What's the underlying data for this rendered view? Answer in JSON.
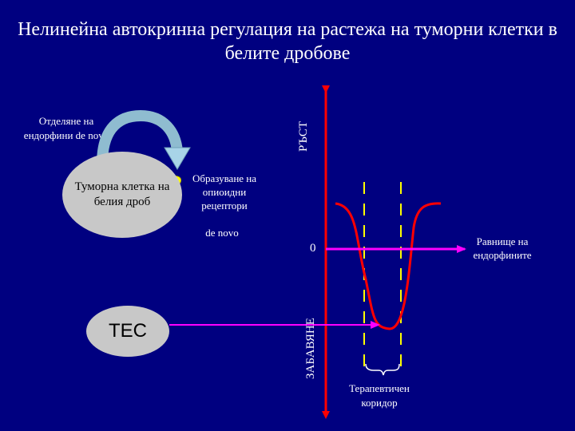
{
  "title": "Нелинейна автокринна регулация на растежа на туморни клетки в белите дробове",
  "endorphin_release": "Отделяне на ендорфини de novo",
  "tumor_cell": "Туморна клетка на белия дроб",
  "receptor_formation": "Образуване на опиоидни рецептори",
  "receptor_denovo": "de novo",
  "tec": "TEC",
  "axis": {
    "up": "РЪСТ",
    "down": "ЗАБАВЯНЕ",
    "zero": "0",
    "equilibrium": "Равнище на ендорфините"
  },
  "corridor": "Терапевтичен коридор",
  "colors": {
    "background": "#000080",
    "axis": "#ff0000",
    "curve": "#ff0000",
    "arrows": "#ff00ff",
    "dashed": "#ffff00",
    "cell": "#c8c8c8",
    "receptor": "#ffff00",
    "feedback_arrow": "#99ccdd"
  }
}
